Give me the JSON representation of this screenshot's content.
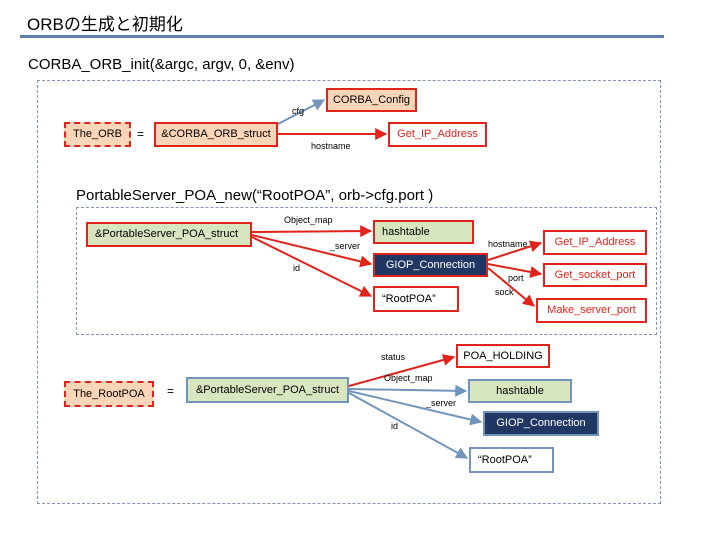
{
  "header": {
    "title": "ORBの生成と初期化",
    "subtitle": "CORBA_ORB_init(&argc, argv, 0, &env)"
  },
  "colors": {
    "red": "#e0241b",
    "blue": "#7295bc",
    "salmon": "#fbd5b7",
    "green": "#d8e6c0",
    "navy": "#203763",
    "rule": "#5b7fab"
  },
  "orb_init": {
    "the_orb": "The_ORB",
    "equals": "=",
    "orb_struct": "&CORBA_ORB_struct",
    "config": "CORBA_Config",
    "get_ip_address": "Get_IP_Address",
    "edge_cfg": "cfg",
    "edge_hostname": "hostname"
  },
  "poa_new": {
    "heading": "PortableServer_POA_new(“RootPOA”, orb->cfg.port )",
    "poa_struct": "&PortableServer_POA_struct",
    "hashtable": "hashtable",
    "giop_connection": "GIOP_Connection",
    "root_poa_string": "“RootPOA”",
    "get_ip_address": "Get_IP_Address",
    "get_socket_port": "Get_socket_port",
    "make_server_port": "Make_server_port",
    "edge_object_map": "Object_map",
    "edge_server": "_server",
    "edge_id": "id",
    "edge_hostname": "hostname",
    "edge_port": "port",
    "edge_sock": "sock"
  },
  "root_poa": {
    "the_root_poa": "The_RootPOA",
    "equals": "=",
    "poa_struct": "&PortableServer_POA_struct",
    "poa_holding": "POA_HOLDING",
    "hashtable": "hashtable",
    "giop_connection": "GIOP_Connection",
    "root_poa_string": "“RootPOA”",
    "edge_status": "status",
    "edge_object_map": "Object_map",
    "edge_server": "_server",
    "edge_id": "id"
  }
}
